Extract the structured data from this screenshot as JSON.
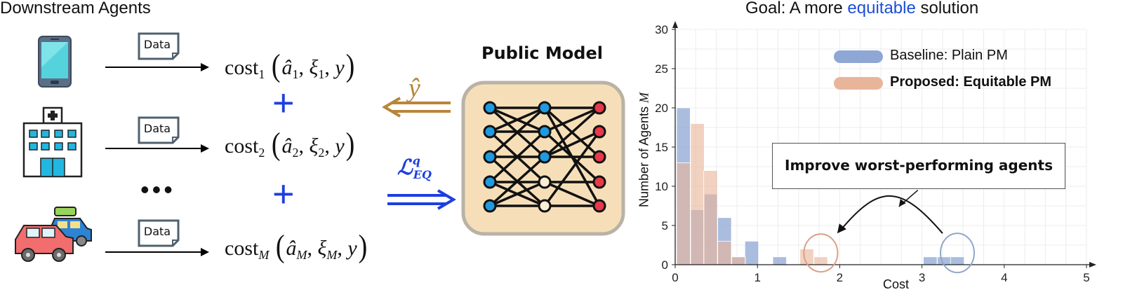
{
  "left": {
    "heading": "Downstream Agents",
    "data_label": "Data",
    "ellipsis": "•••",
    "plus": "+",
    "agents": [
      {
        "icon": "smartphone-icon",
        "cost_sub": "1",
        "a_sub": "1",
        "xi_sub": "1"
      },
      {
        "icon": "hospital-icon",
        "cost_sub": "2",
        "a_sub": "2",
        "xi_sub": "2"
      },
      {
        "icon": "cars-icon",
        "cost_sub": "M",
        "a_sub": "M",
        "xi_sub": "M"
      }
    ],
    "cost_word": "cost",
    "y_symbol": "y"
  },
  "middle": {
    "title": "Public Model",
    "yhat": "ŷ",
    "loss_main": "ℒ",
    "loss_sup": "q",
    "loss_sub": "EQ",
    "colors": {
      "gold": "#b8863a",
      "blue": "#1d3fe0",
      "panel": "#f6dfb8",
      "panel_border": "#b9b2a6",
      "node_blue": "#1f9ae0",
      "node_red": "#e8394a"
    }
  },
  "chart_data": {
    "type": "histogram",
    "title_parts": [
      "Goal: A more ",
      "equitable",
      " solution"
    ],
    "title_accent": "#1d4ed8",
    "xlabel": "Cost",
    "ylabel": "Number of Agents M",
    "ylabel_parts": [
      "Number of Agents ",
      "M"
    ],
    "xlim": [
      0,
      5
    ],
    "ylim": [
      0,
      30
    ],
    "xticks": [
      "0",
      "1",
      "2",
      "3",
      "4",
      "5"
    ],
    "yticks": [
      "0",
      "5",
      "10",
      "15",
      "20",
      "25",
      "30"
    ],
    "grid": true,
    "legend_position": "top-right",
    "bin_width": 0.166,
    "series": [
      {
        "name": "Baseline: Plain PM",
        "color": "#8ea7d4",
        "bold": false,
        "bins": [
          {
            "x": 0.1,
            "y": 20
          },
          {
            "x": 0.27,
            "y": 7
          },
          {
            "x": 0.43,
            "y": 9
          },
          {
            "x": 0.6,
            "y": 6
          },
          {
            "x": 0.77,
            "y": 1
          },
          {
            "x": 0.93,
            "y": 3
          },
          {
            "x": 1.27,
            "y": 1
          },
          {
            "x": 3.1,
            "y": 1
          },
          {
            "x": 3.27,
            "y": 1
          },
          {
            "x": 3.43,
            "y": 1
          }
        ]
      },
      {
        "name": "Proposed: Equitable PM",
        "color": "#e9b59a",
        "bold": true,
        "bins": [
          {
            "x": 0.1,
            "y": 13
          },
          {
            "x": 0.27,
            "y": 18
          },
          {
            "x": 0.43,
            "y": 12
          },
          {
            "x": 0.6,
            "y": 3
          },
          {
            "x": 0.77,
            "y": 1
          },
          {
            "x": 1.6,
            "y": 2
          },
          {
            "x": 1.77,
            "y": 1
          }
        ]
      }
    ],
    "annotation": "Improve worst-performing agents"
  }
}
